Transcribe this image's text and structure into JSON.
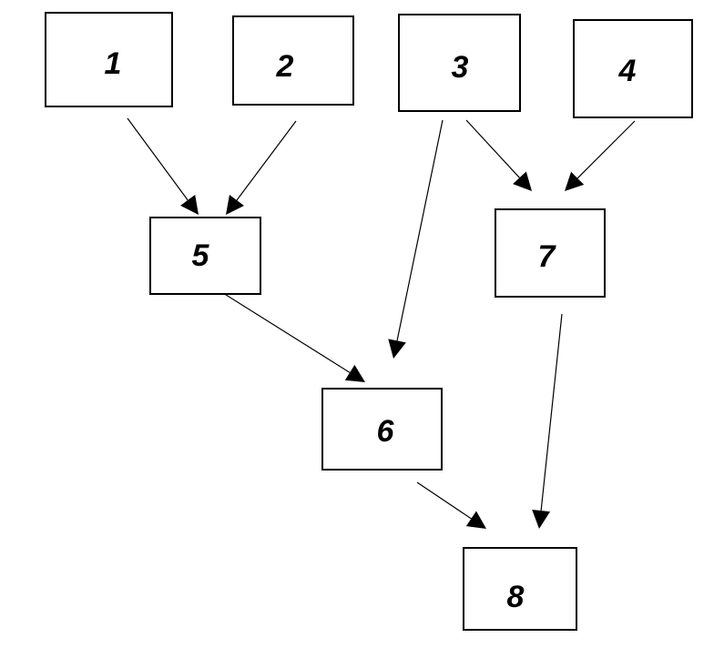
{
  "diagram": {
    "nodes": [
      {
        "id": "1",
        "label": "1"
      },
      {
        "id": "2",
        "label": "2"
      },
      {
        "id": "3",
        "label": "3"
      },
      {
        "id": "4",
        "label": "4"
      },
      {
        "id": "5",
        "label": "5"
      },
      {
        "id": "6",
        "label": "6"
      },
      {
        "id": "7",
        "label": "7"
      },
      {
        "id": "8",
        "label": "8"
      }
    ],
    "edges": [
      {
        "from": "1",
        "to": "5"
      },
      {
        "from": "2",
        "to": "5"
      },
      {
        "from": "3",
        "to": "6"
      },
      {
        "from": "3",
        "to": "7"
      },
      {
        "from": "4",
        "to": "7"
      },
      {
        "from": "5",
        "to": "6"
      },
      {
        "from": "6",
        "to": "8"
      },
      {
        "from": "7",
        "to": "8"
      }
    ],
    "colors": {
      "stroke": "#000000",
      "background": "#ffffff"
    }
  }
}
